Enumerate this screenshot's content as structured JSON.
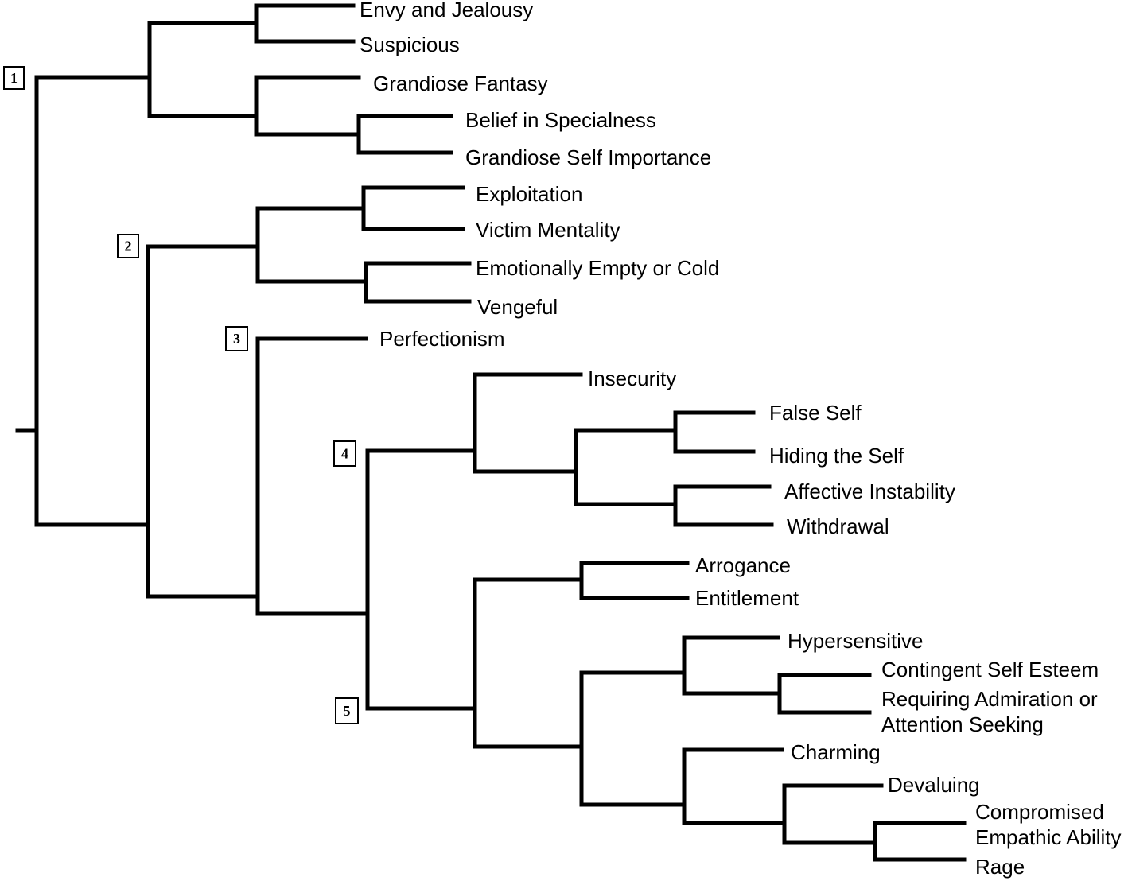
{
  "leaves": {
    "envy": "Envy and Jealousy",
    "suspicious": "Suspicious",
    "grandiose_fantasy": "Grandiose Fantasy",
    "belief_specialness": "Belief in Specialness",
    "grandiose_self_importance": "Grandiose Self Importance",
    "exploitation": "Exploitation",
    "victim_mentality": "Victim Mentality",
    "emotionally_empty": "Emotionally Empty or Cold",
    "vengeful": "Vengeful",
    "perfectionism": "Perfectionism",
    "insecurity": "Insecurity",
    "false_self": "False Self",
    "hiding_self": "Hiding the Self",
    "affective_instability": "Affective Instability",
    "withdrawal": "Withdrawal",
    "arrogance": "Arrogance",
    "entitlement": "Entitlement",
    "hypersensitive": "Hypersensitive",
    "contingent_self_esteem": "Contingent Self Esteem",
    "requiring_admiration_1": "Requiring Admiration or",
    "requiring_admiration_2": "Attention Seeking",
    "charming": "Charming",
    "devaluing": "Devaluing",
    "compromised_empathy_1": "Compromised",
    "compromised_empathy_2": "Empathic Ability",
    "rage": "Rage"
  },
  "clusters": [
    "1",
    "2",
    "3",
    "4",
    "5"
  ]
}
